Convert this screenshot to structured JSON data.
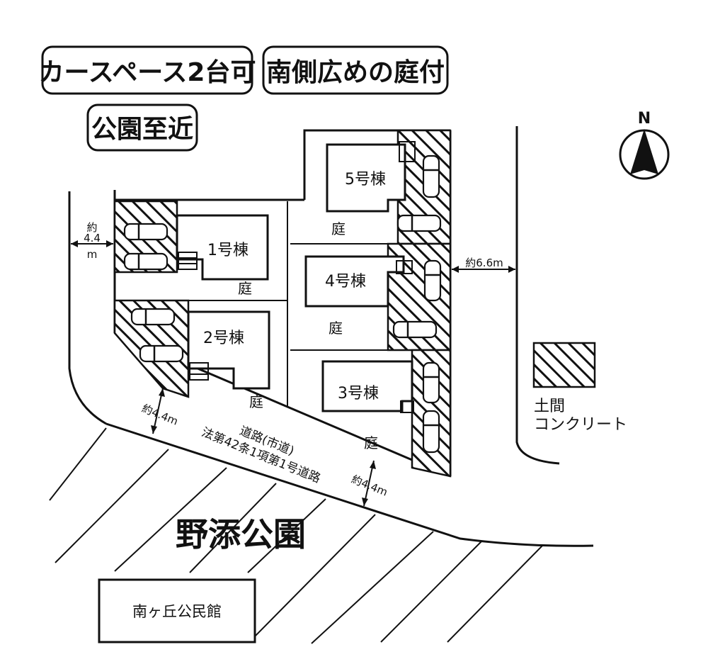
{
  "badges": {
    "car_space": "カースペース2台可",
    "south_garden": "南側広めの庭付",
    "near_park": "公園至近"
  },
  "compass": {
    "north": "N"
  },
  "buildings": {
    "b1": "1号棟",
    "b2": "2号棟",
    "b3": "3号棟",
    "b4": "4号棟",
    "b5": "5号棟"
  },
  "garden_label": "庭",
  "dimensions": {
    "left_width_top": "約",
    "left_width_mid": "4.4",
    "left_width_unit": "m",
    "right_width": "約6.6m",
    "road_left": "約4.4m",
    "road_right": "約4.4m"
  },
  "road": {
    "line1": "道路(市道)",
    "line2": "法第42条1項第1号道路"
  },
  "legend": {
    "line1": "土間",
    "line2": "コンクリート"
  },
  "park": "野添公園",
  "community_hall": "南ヶ丘公民館"
}
